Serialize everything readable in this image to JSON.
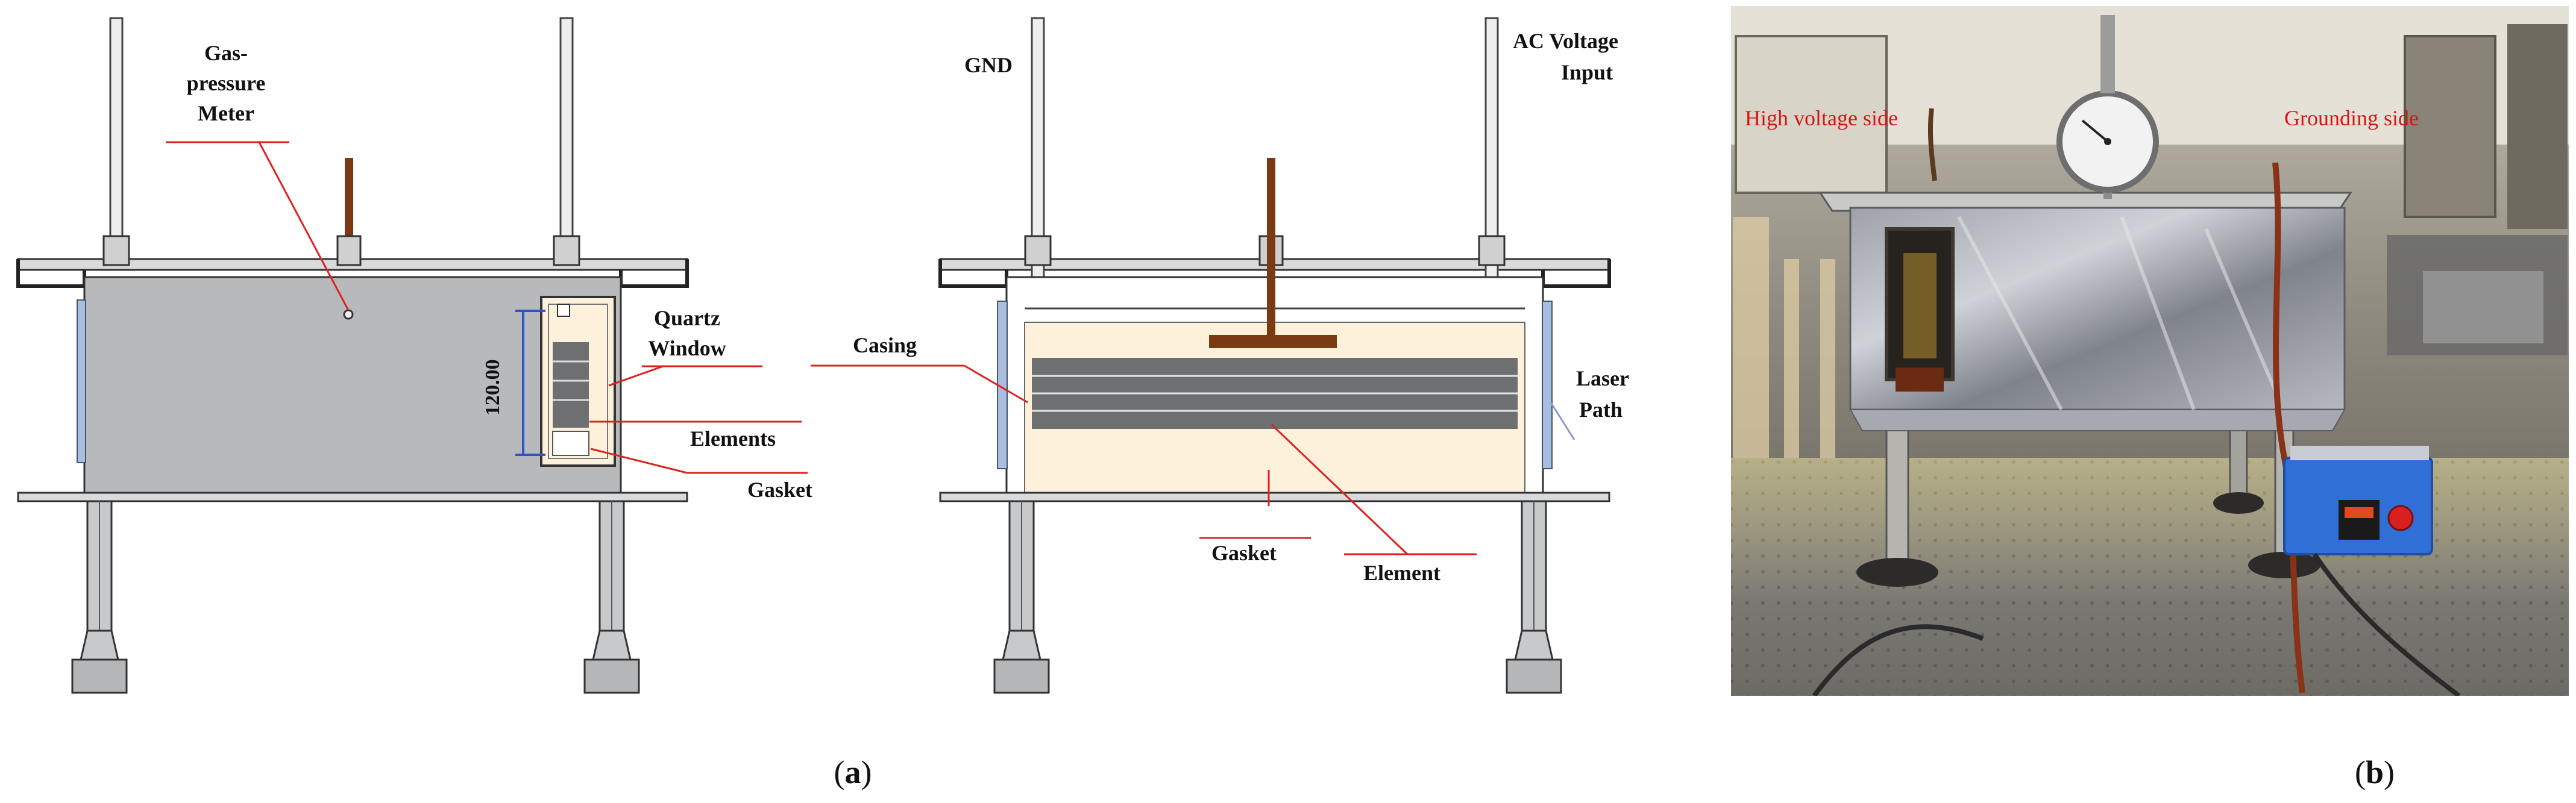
{
  "panel_a": {
    "left_view": {
      "gas_meter_line1": "Gas-",
      "gas_meter_line2": "pressure",
      "gas_meter_line3": "Meter",
      "quartz_line1": "Quartz",
      "quartz_line2": "Window",
      "dimension": "120.00",
      "elements": "Elements",
      "gasket": "Gasket"
    },
    "right_view": {
      "gnd": "GND",
      "ac_line1": "AC Voltage",
      "ac_line2": "Input",
      "casing": "Casing",
      "laser_line1": "Laser",
      "laser_line2": "Path",
      "gasket": "Gasket",
      "element": "Element"
    },
    "caption": {
      "open": "(",
      "letter": "a",
      "close": ")"
    }
  },
  "panel_b": {
    "high_voltage": "High voltage side",
    "grounding": "Grounding side",
    "caption": {
      "open": "(",
      "letter": "b",
      "close": ")"
    }
  },
  "colors": {
    "body_gray": "#b8b9bb",
    "insulation": "#fdf1dc",
    "electrode": "#7a3b12",
    "element_dark": "#6e6f71",
    "window_blue": "#a9bde0",
    "label_red": "#d81414"
  }
}
